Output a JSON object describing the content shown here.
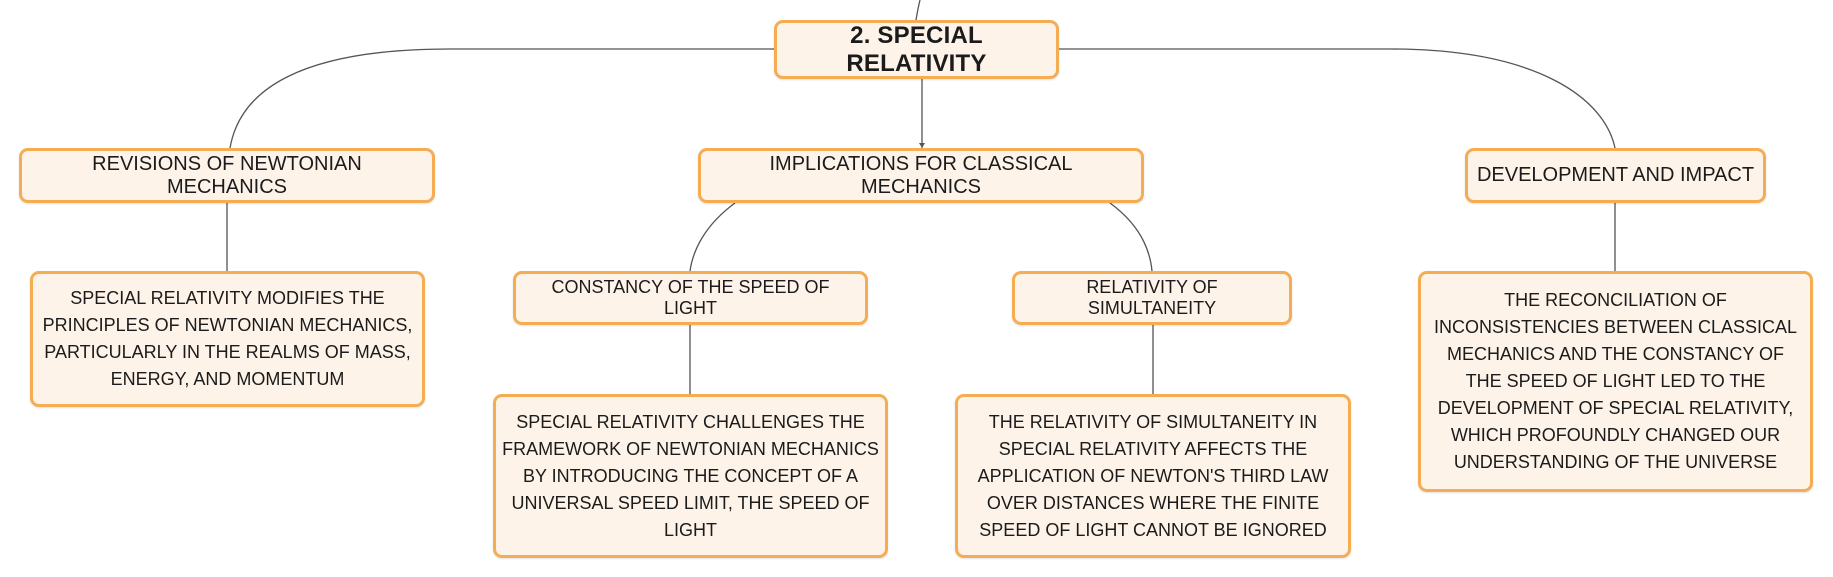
{
  "diagram": {
    "root": {
      "label": "2. SPECIAL RELATIVITY"
    },
    "branches": [
      {
        "label": "REVISIONS OF NEWTONIAN MECHANICS",
        "children": [
          {
            "label": "SPECIAL RELATIVITY MODIFIES THE PRINCIPLES OF NEWTONIAN MECHANICS, PARTICULARLY IN THE REALMS OF MASS, ENERGY, AND MOMENTUM"
          }
        ]
      },
      {
        "label": "IMPLICATIONS FOR CLASSICAL MECHANICS",
        "children": [
          {
            "label": "CONSTANCY OF THE SPEED OF LIGHT",
            "children": [
              {
                "label": "SPECIAL RELATIVITY CHALLENGES THE FRAMEWORK OF NEWTONIAN MECHANICS BY INTRODUCING THE CONCEPT OF A UNIVERSAL SPEED LIMIT, THE SPEED OF LIGHT"
              }
            ]
          },
          {
            "label": "RELATIVITY OF SIMULTANEITY",
            "children": [
              {
                "label": "THE RELATIVITY OF SIMULTANEITY IN SPECIAL RELATIVITY AFFECTS THE APPLICATION OF NEWTON'S THIRD LAW OVER DISTANCES WHERE THE FINITE SPEED OF LIGHT CANNOT BE IGNORED"
              }
            ]
          }
        ]
      },
      {
        "label": "DEVELOPMENT AND IMPACT",
        "children": [
          {
            "label": "THE RECONCILIATION OF INCONSISTENCIES BETWEEN CLASSICAL MECHANICS AND THE CONSTANCY OF THE SPEED OF LIGHT LED TO THE DEVELOPMENT OF SPECIAL RELATIVITY, WHICH PROFOUNDLY CHANGED OUR UNDERSTANDING OF THE UNIVERSE"
          }
        ]
      }
    ]
  },
  "colors": {
    "node_fill": "#fdf3e9",
    "node_border": "#f5ad53",
    "connector": "#555555",
    "text": "#1b1b1b"
  }
}
